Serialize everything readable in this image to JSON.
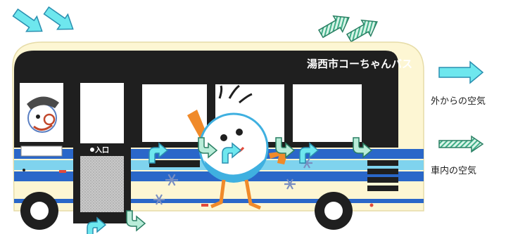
{
  "bus": {
    "name_label": "湯西市コーちゃんバス",
    "door_label": "入口",
    "side_small_text": "",
    "body_color": "#fdf6d3",
    "window_band_color": "#1f1f1f",
    "stripe_color": "#2a67c9",
    "light_stripe_color": "#7fd3ee"
  },
  "legend": {
    "outside_air_label": "外からの空気",
    "inside_air_label": "車内の空気",
    "outside_air_color": "#6ee7ee",
    "inside_air_color": "#b8ecd8"
  },
  "icons": [
    "outside-air-arrow-icon",
    "inside-air-arrow-icon",
    "snowflake-icon",
    "mascot-icon",
    "driver-mascot-icon"
  ]
}
